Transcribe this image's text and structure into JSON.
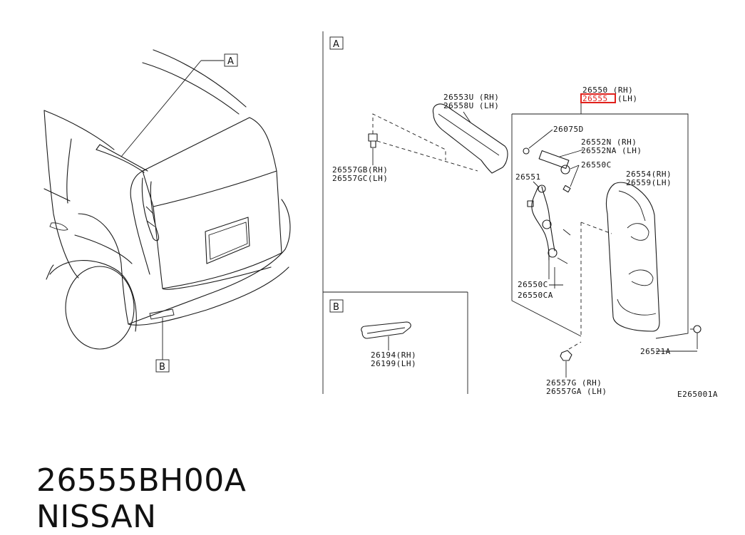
{
  "diagram": {
    "ref_code": "E265001A",
    "section_labels": {
      "a_main": "A",
      "b_main": "B",
      "a_panel": "A",
      "b_panel": "B"
    },
    "callouts": {
      "c26550": "26550 (RH)",
      "c26555_num": "26555",
      "c26555_side": "(LH)",
      "c26553u": "26553U (RH)",
      "c26558u": "26558U (LH)",
      "c26075d": "26075D",
      "c26552n": "26552N  (RH)",
      "c26552na": "26552NA (LH)",
      "c26550c_top": "26550C",
      "c26551": "26551",
      "c26554": "26554(RH)",
      "c26559": "26559(LH)",
      "c26557gb": "26557GB(RH)",
      "c26557gc": "26557GC(LH)",
      "c26550c_bot": "26550C",
      "c26550ca": "26550CA",
      "c26521a": "26521A",
      "c26557g": "26557G  (RH)",
      "c26557ga": "26557GA (LH)",
      "c26194": "26194(RH)",
      "c26199": "26199(LH)"
    },
    "highlight_color": "#e0201b"
  },
  "caption": {
    "part_number": "26555BH00A",
    "brand": "NISSAN"
  }
}
